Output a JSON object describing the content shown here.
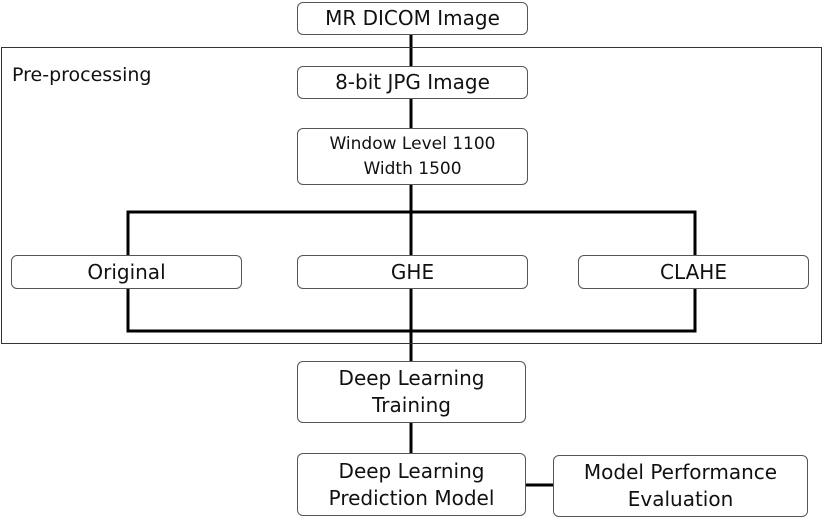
{
  "diagram": {
    "region_label": "Pre-processing",
    "nodes": {
      "mr_dicom": "MR DICOM Image",
      "jpg": "8-bit JPG Image",
      "window": "Window Level 1100\nWidth 1500",
      "original": "Original",
      "ghe": "GHE",
      "clahe": "CLAHE",
      "training": "Deep Learning\nTraining",
      "prediction": "Deep Learning\nPrediction Model",
      "evaluation": "Model Performance\nEvaluation"
    }
  }
}
